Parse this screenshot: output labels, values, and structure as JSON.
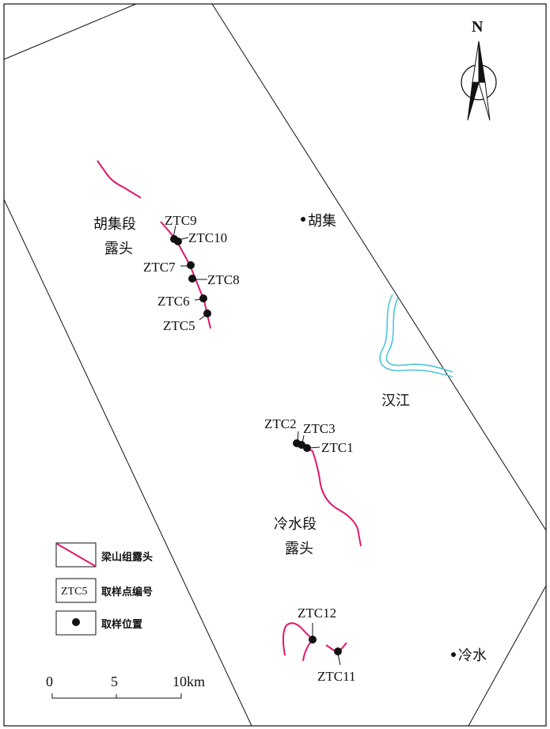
{
  "north_label": "N",
  "outcrops": [
    {
      "name": "胡集段",
      "suffix": "露头"
    },
    {
      "name": "冷水段",
      "suffix": "露头"
    }
  ],
  "towns": [
    "胡集",
    "冷水"
  ],
  "river": "汉江",
  "samples": [
    "ZTC1",
    "ZTC2",
    "ZTC3",
    "ZTC5",
    "ZTC6",
    "ZTC7",
    "ZTC8",
    "ZTC9",
    "ZTC10",
    "ZTC11",
    "ZTC12"
  ],
  "legend": {
    "outcrop": "梁山组露头",
    "sample_id_example": "ZTC5",
    "sample_id": "取样点编号",
    "sample_location": "取样位置"
  },
  "scale": {
    "ticks": [
      "0",
      "5",
      "10km"
    ]
  },
  "colors": {
    "outcrop": "#e0186f",
    "river": "#4fc3d9",
    "line": "#111111"
  }
}
